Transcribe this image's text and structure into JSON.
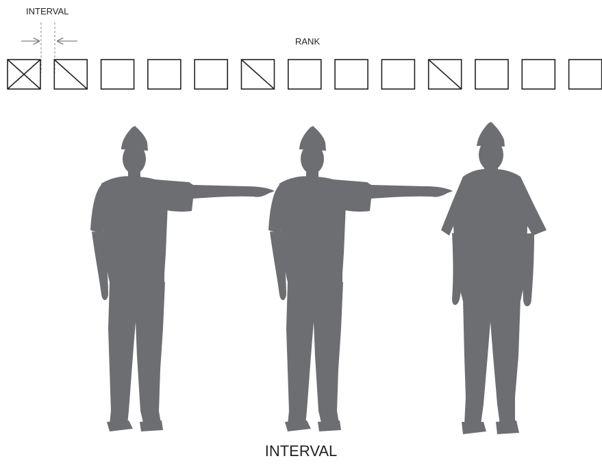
{
  "labels": {
    "interval_top": "INTERVAL",
    "rank": "RANK",
    "interval_bottom": "INTERVAL"
  },
  "rank_boxes": [
    "x",
    "slash",
    "empty",
    "empty",
    "empty",
    "slash",
    "empty",
    "empty",
    "empty",
    "slash",
    "empty",
    "empty",
    "empty"
  ],
  "figures": [
    {
      "name": "figure-left",
      "pose": "arm-extended"
    },
    {
      "name": "figure-middle",
      "pose": "arm-extended"
    },
    {
      "name": "figure-right",
      "pose": "attention"
    }
  ],
  "colors": {
    "ink": "#231f20",
    "silhouette": "#6d6e71",
    "guide": "#808285"
  }
}
